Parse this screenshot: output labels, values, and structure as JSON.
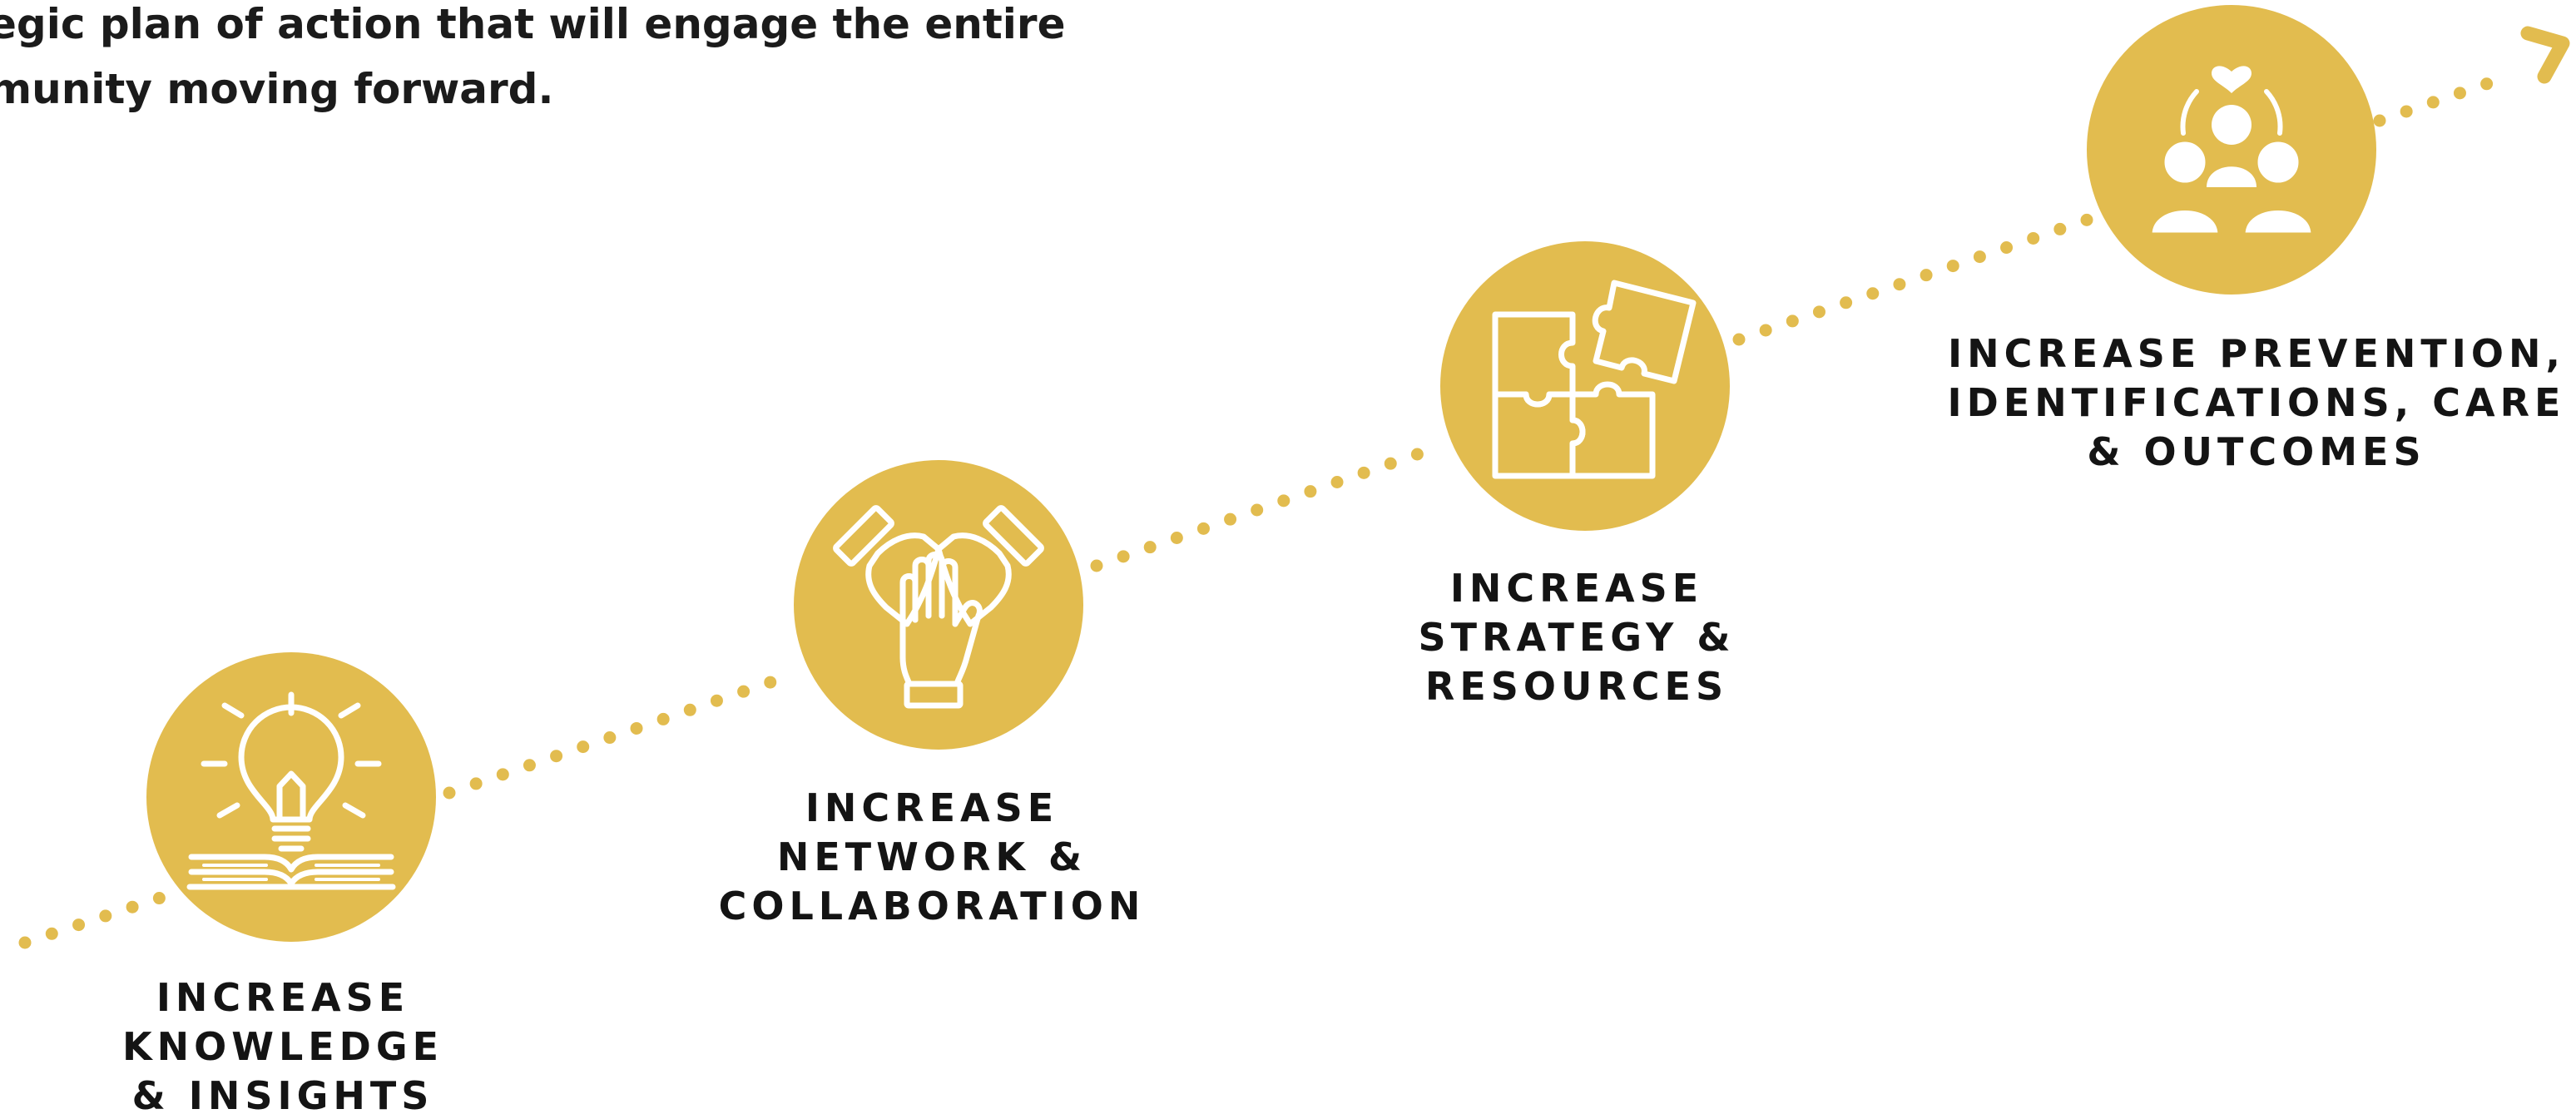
{
  "intro": {
    "text": "egic plan of action that will engage the entire\nmunity moving forward."
  },
  "colors": {
    "accent": "#E2BC4F",
    "icon": "#ffffff",
    "text": "#141414"
  },
  "steps": [
    {
      "label": "INCREASE\nKNOWLEDGE\n& INSIGHTS",
      "icon": "lightbulb-book-icon"
    },
    {
      "label": "INCREASE\nNETWORK &\nCOLLABORATION",
      "icon": "stacked-hands-icon"
    },
    {
      "label": "INCREASE\nSTRATEGY &\nRESOURCES",
      "icon": "puzzle-pieces-icon"
    },
    {
      "label": "INCREASE PREVENTION,\nIDENTIFICATIONS, CARE\n& OUTCOMES",
      "icon": "community-care-icon"
    }
  ],
  "path": {
    "icon": "arrow-head-icon"
  }
}
